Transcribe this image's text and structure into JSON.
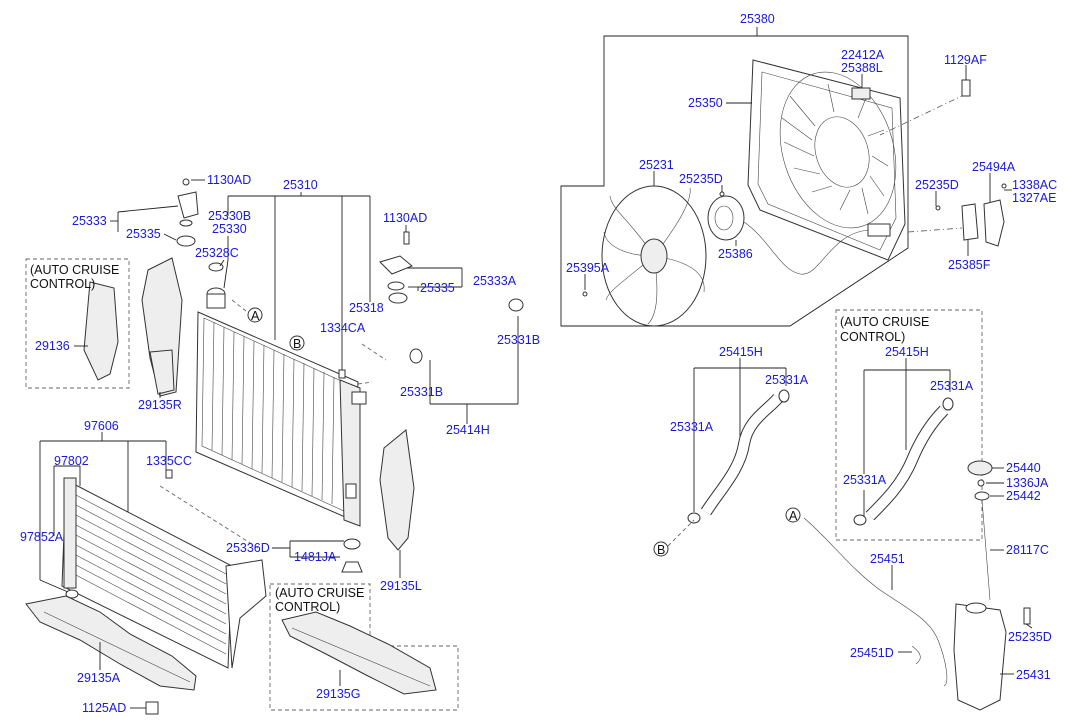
{
  "labels": {
    "p25380": "25380",
    "p22412A": "22412A",
    "p25388L": "25388L",
    "p1129AF": "1129AF",
    "p25350": "25350",
    "p25231": "25231",
    "p25235D_a": "25235D",
    "p25235D_b": "25235D",
    "p25494A": "25494A",
    "p1338AC": "1338AC",
    "p1327AE": "1327AE",
    "p25386": "25386",
    "p25385F": "25385F",
    "p25395A": "25395A",
    "p25310": "25310",
    "p1130AD_a": "1130AD",
    "p1130AD_b": "1130AD",
    "p25333": "25333",
    "p25335_a": "25335",
    "p25335_b": "25335",
    "p25330B": "25330B",
    "p25330": "25330",
    "p25328C": "25328C",
    "p25333A": "25333A",
    "p25318": "25318",
    "p1334CA": "1334CA",
    "p25331B_a": "25331B",
    "p25331B_b": "25331B",
    "p25414H": "25414H",
    "p29136": "29136",
    "p29135R": "29135R",
    "p97606": "97606",
    "p97802": "97802",
    "p1335CC": "1335CC",
    "p97852A": "97852A",
    "p25336D": "25336D",
    "p1481JA": "1481JA",
    "p29135L": "29135L",
    "p29135A": "29135A",
    "p29135G": "29135G",
    "p1125AD": "1125AD",
    "p25415H_a": "25415H",
    "p25415H_b": "25415H",
    "p25331A_a": "25331A",
    "p25331A_b": "25331A",
    "p25331A_c": "25331A",
    "p25331A_d": "25331A",
    "p25440": "25440",
    "p1336JA": "1336JA",
    "p25442": "25442",
    "p28117C": "28117C",
    "p25451": "25451",
    "p25451D": "25451D",
    "p25235D_c": "25235D",
    "p25431": "25431"
  },
  "notes": {
    "auto_cruise_1": "(AUTO CRUISE",
    "auto_cruise_1b": "CONTROL)",
    "auto_cruise_2": "(AUTO CRUISE",
    "auto_cruise_2b": "CONTROL)",
    "auto_cruise_3": "(AUTO CRUISE",
    "auto_cruise_3b": "CONTROL)"
  },
  "markers": {
    "A": "A",
    "B": "B"
  },
  "colors": {
    "label": "#1a1ad8",
    "line": "#222222"
  }
}
